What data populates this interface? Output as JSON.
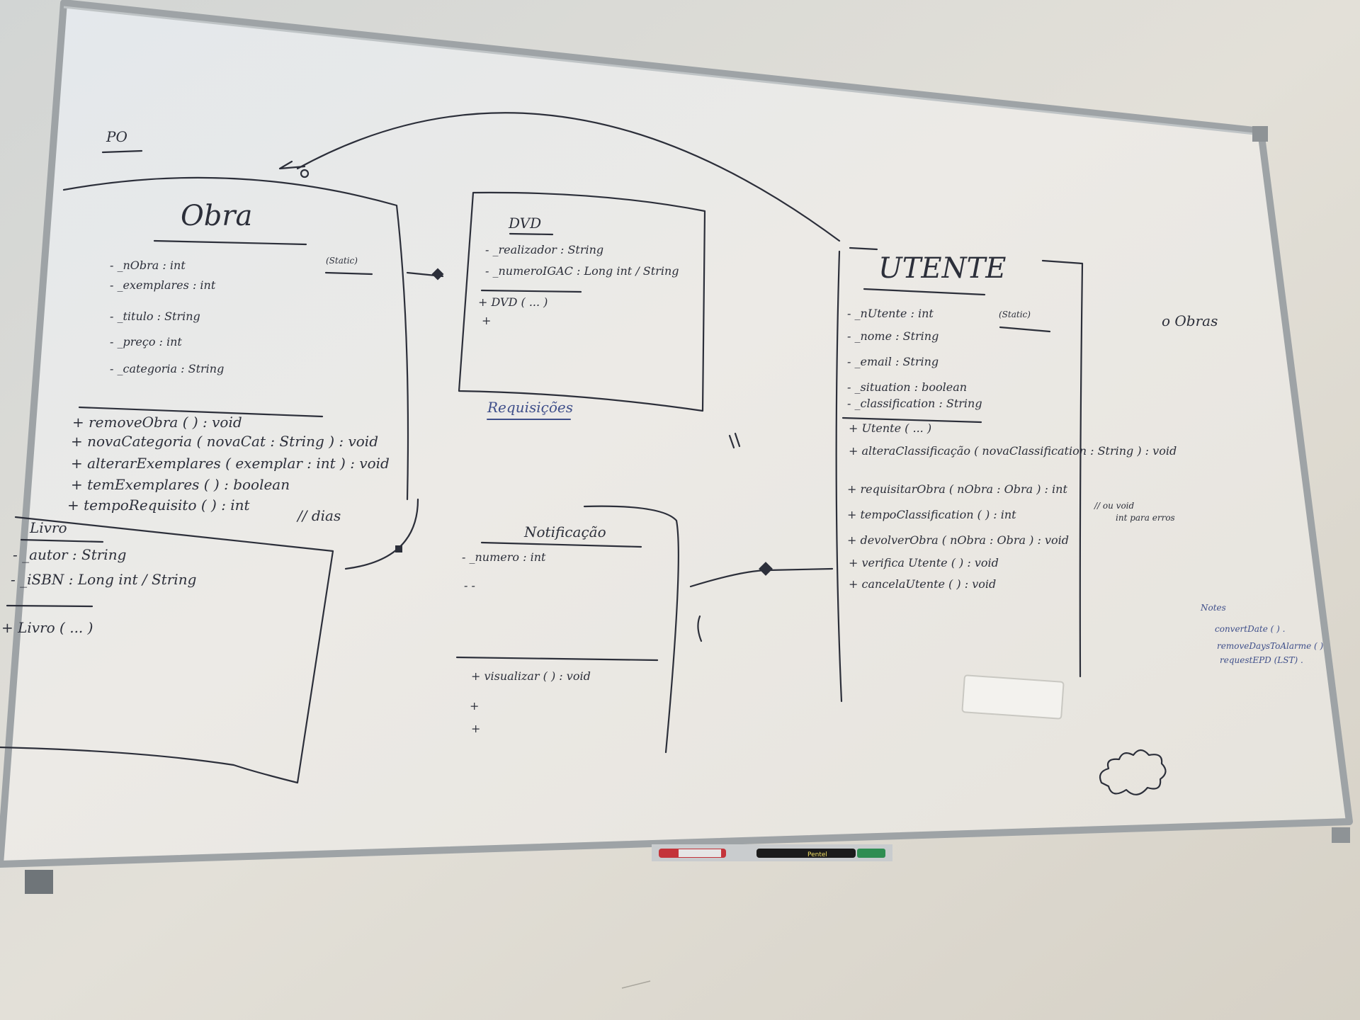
{
  "board": {
    "header": "PO",
    "obra": {
      "title": "Obra",
      "static": "(Static)",
      "attributes": [
        "- _nObra : int",
        "- _exemplares : int",
        "- _titulo : String",
        "- _preço : int",
        "- _categoria : String"
      ],
      "methods": [
        "+ removeObra ( ) : void",
        "+ novaCategoria ( novaCat : String ) : void",
        "+ alterarExemplares ( exemplar : int ) : void",
        "+ temExemplares ( ) : boolean",
        "+ tempoRequisito ( ) : int"
      ],
      "days_note": "// dias"
    },
    "livro": {
      "title": "Livro",
      "attributes": [
        "- _autor : String",
        "- _iSBN : Long int / String"
      ],
      "methods": [
        "+ Livro ( ... )"
      ]
    },
    "dvd": {
      "title": "DVD",
      "attributes": [
        "- _realizador : String",
        "- _numeroIGAC : Long int / String"
      ],
      "methods": [
        "+ DVD ( ... )",
        "+"
      ]
    },
    "requisicoes_label": "Requisições",
    "notificacao": {
      "title": "Notificação",
      "attributes": [
        "- _numero : int",
        "- -"
      ],
      "methods": [
        "+ visualizar (    ) : void",
        "+",
        "+"
      ]
    },
    "utente": {
      "title": "UTENTE",
      "static": "(Static)",
      "attributes": [
        "- _nUtente : int",
        "- _nome : String",
        "- _email : String",
        "- _situation : boolean",
        "- _classification : String"
      ],
      "methods": [
        "+ Utente ( ... )",
        "+ alteraClassificação ( novaClassification : String ) : void",
        "+ requisitarObra ( nObra : Obra ) : int",
        "+ tempoClassification ( ) : int",
        "+ devolverObra ( nObra : Obra ) : void",
        "+ verifica Utente ( ) : void",
        "+ cancelaUtente ( ) : void"
      ]
    },
    "side_notes": {
      "obras": "o Obras",
      "ou_void": "// ou void",
      "int_para_erros": "int para erros",
      "notes_header": "Notes",
      "notes": [
        "convertDate ( ) .",
        "removeDaysToAlarme ( )",
        "requestEPD (LST) ."
      ]
    },
    "marker_brand": "Pentel"
  },
  "colors": {
    "ink": "#2c2f3a",
    "blue_ink": "#3f4f8a",
    "board": "#eceae6",
    "frame": "#9ea3a6",
    "wall": "#dedbd2",
    "marker_red": "#c4343a",
    "marker_black": "#1b1b1b",
    "marker_green": "#2f8d52"
  }
}
